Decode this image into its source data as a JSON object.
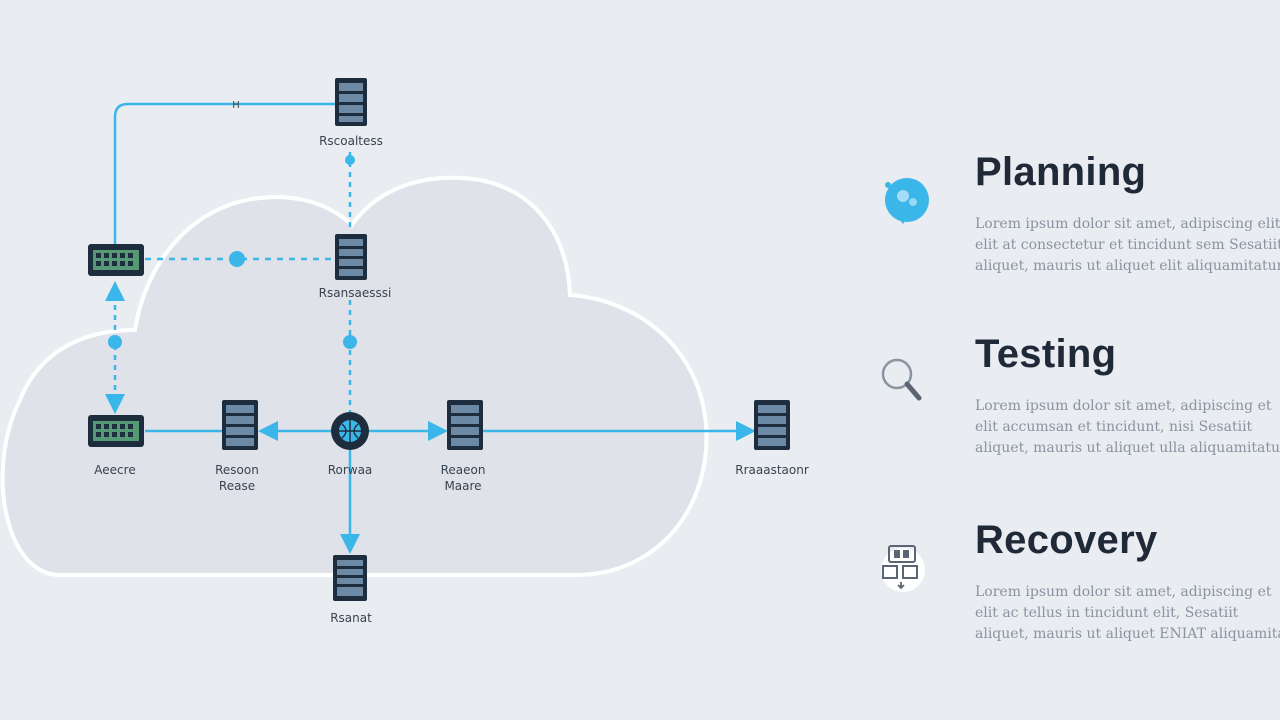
{
  "diagram": {
    "nodes": [
      {
        "id": "top",
        "label": "Rscoaltess"
      },
      {
        "id": "mid",
        "label": "Rsansaesssi"
      },
      {
        "id": "left",
        "label": "Aeecre"
      },
      {
        "id": "centerleft",
        "label": "Resoon Rease"
      },
      {
        "id": "hub",
        "label": "Rorwaa"
      },
      {
        "id": "centerright",
        "label": "Reaeon Maare"
      },
      {
        "id": "right",
        "label": "Rraaastaonr"
      },
      {
        "id": "bottom",
        "label": "Rsanat"
      }
    ],
    "edge_labels": [
      {
        "id": "top-link",
        "label": "H"
      }
    ]
  },
  "sections": [
    {
      "title": "Planning",
      "icon": "lightbulb-icon",
      "lines": [
        "Lorem ipsum dolor sit amet, adipiscing elit",
        "elit at consectetur et tincidunt sem Sesatiit",
        "aliquet, mauris ut aliquet elit aliquamitatum."
      ]
    },
    {
      "title": "Testing",
      "icon": "magnifier-icon",
      "lines": [
        "Lorem ipsum dolor sit amet, adipiscing et",
        "elit accumsan et tincidunt, nisi Sesatiit",
        "aliquet, mauris ut aliquet ulla aliquamitatum."
      ]
    },
    {
      "title": "Recovery",
      "icon": "recovery-icon",
      "lines": [
        "Lorem ipsum dolor sit amet, adipiscing et",
        "elit ac tellus in tincidunt elit, Sesatiit",
        "aliquet, mauris ut aliquet ENIAT aliquamitatum."
      ]
    }
  ],
  "colors": {
    "accent": "#3ab6e8",
    "node_dark": "#1e2d3d",
    "node_green": "#5fae7e",
    "cloud_fill": "#dfe2e8",
    "cloud_stroke": "#ffffff",
    "title": "#1f2937",
    "body_text": "#8a93a0"
  }
}
